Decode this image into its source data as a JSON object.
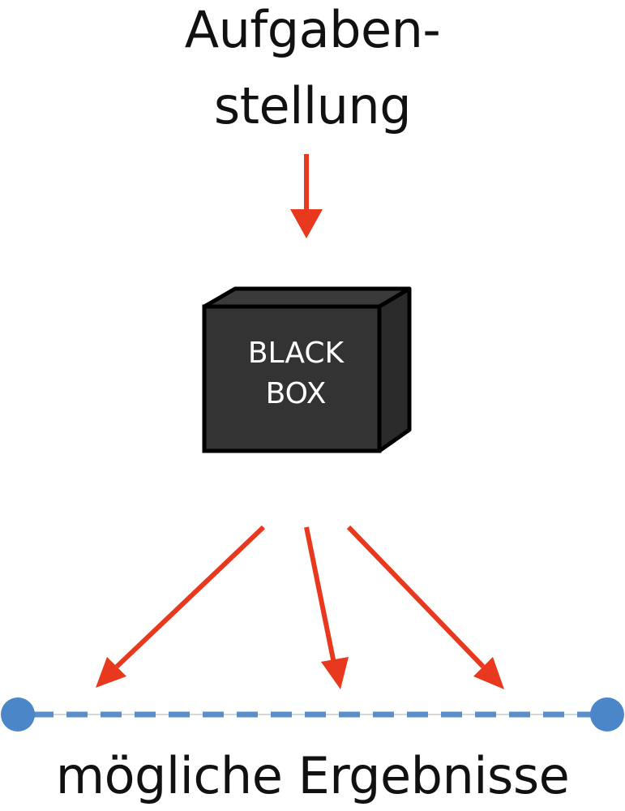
{
  "task": {
    "line1": "Aufgaben-",
    "line2": "stellung"
  },
  "black_box": {
    "line1": "BLACK",
    "line2": "BOX"
  },
  "results": {
    "label": "mögliche Ergebnisse"
  },
  "colors": {
    "arrow": "#e8391f",
    "box_front": "#333333",
    "box_side": "#2b2b2b",
    "box_outline": "#000000",
    "range_line": "#5b8fc9",
    "range_dot": "#4a86c8",
    "baseline": "#c8c8c8",
    "text": "#111111"
  }
}
